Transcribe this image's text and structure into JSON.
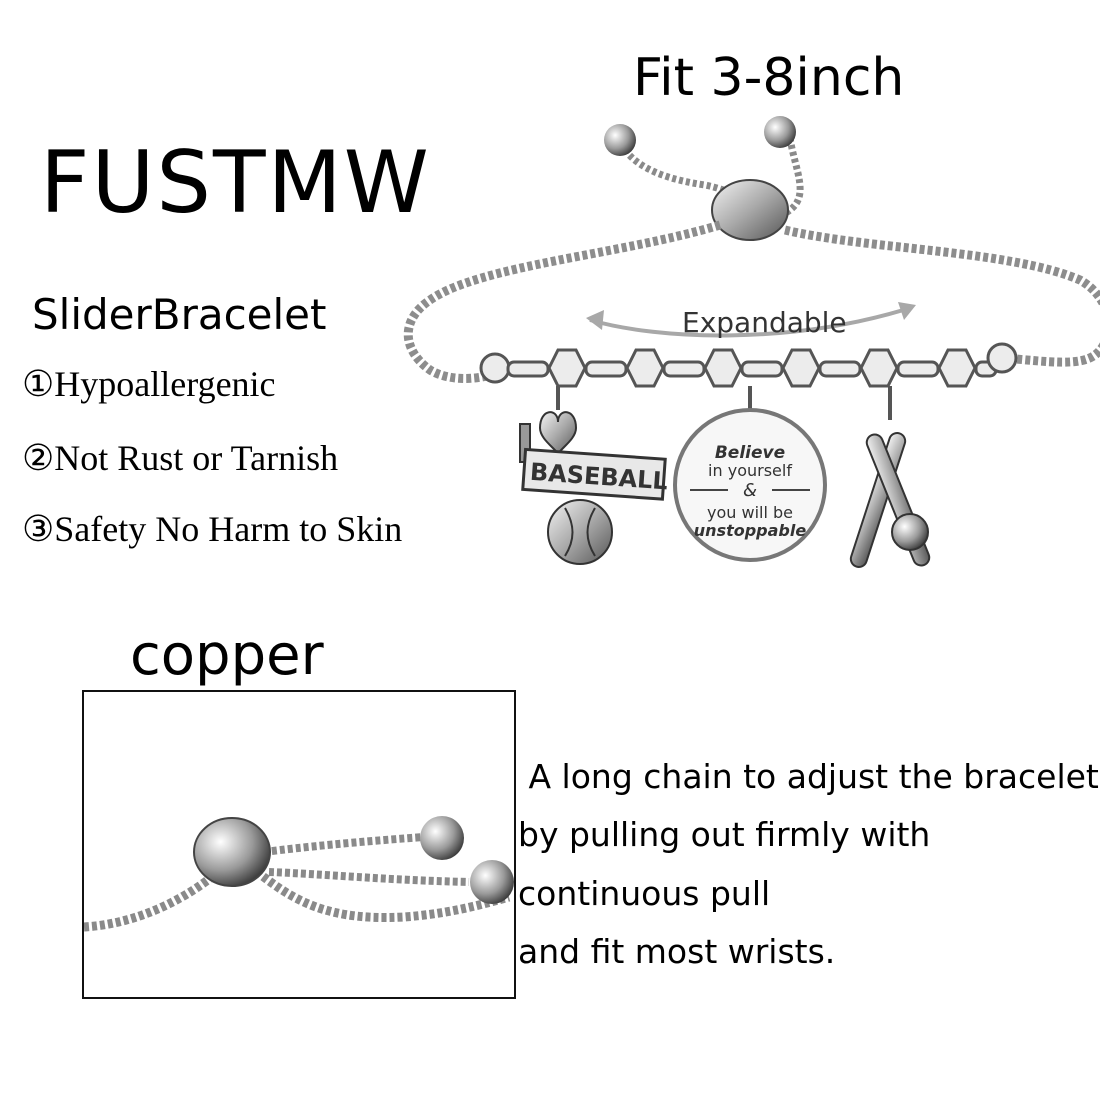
{
  "brand": "FUSTMW",
  "size_note": "Fit 3-8inch",
  "subtitle": "SliderBracelet",
  "features": [
    "①Hypoallergenic",
    "②Not Rust or Tarnish",
    "③Safety No Harm to Skin"
  ],
  "image_label": "Expandable",
  "charm_text": {
    "baseball_tag": "BASEBALL",
    "disc_line1": "Believe",
    "disc_line2": "in yourself",
    "disc_line3": "&",
    "disc_line4": "you will be",
    "disc_line5": "unstoppable"
  },
  "material_label": "copper",
  "description_lines": [
    " A long chain to adjust the bracelet",
    "by pulling out firmly with",
    "continuous pull",
    "and fit most wrists."
  ]
}
